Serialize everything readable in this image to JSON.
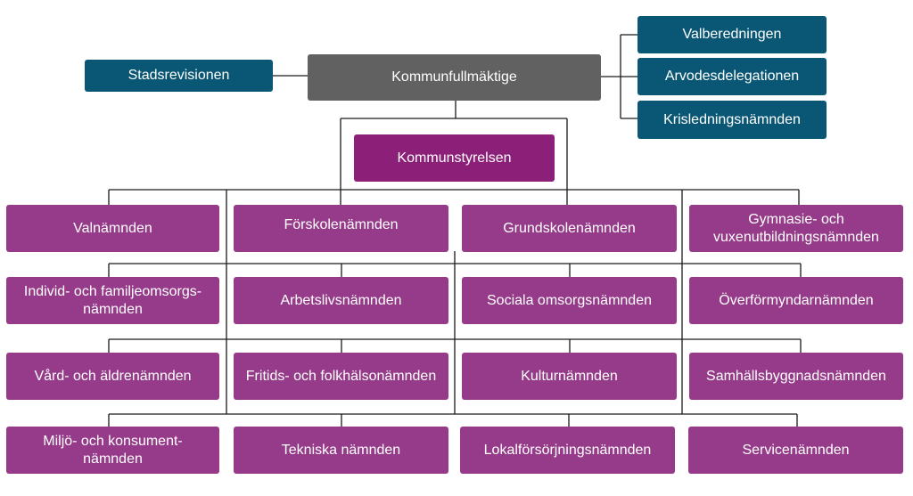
{
  "org": {
    "council": "Kommunfullmäktige",
    "audit": "Stadsrevisionen",
    "council_committees": [
      "Valberedningen",
      "Arvodesdelegationen",
      "Krisledningsnämnden"
    ],
    "executive": "Kommunstyrelsen",
    "boards": [
      [
        "Valnämnden",
        "Förskolenämnden",
        "Grundskolenämnden",
        "Gymnasie- och\nvuxenutbildningsnämnden"
      ],
      [
        "Individ- och familjeomsorgs-\nnämnden",
        "Arbetslivsnämnden",
        "Sociala omsorgsnämnden",
        "Överförmyndarnämnden"
      ],
      [
        "Vård- och äldrenämnden",
        "Fritids- och folkhälsonämnden",
        "Kulturnämnden",
        "Samhällsbyggnadsnämnden"
      ],
      [
        "Miljö- och konsument-\nnämnden",
        "Tekniska nämnden",
        "Lokalförsörjningsnämnden",
        "Servicenämnden"
      ]
    ]
  },
  "colors": {
    "teal": "#0a5775",
    "gray": "#616161",
    "executive": "#8c2079",
    "board": "#953b89",
    "line": "#1a1a1a"
  }
}
